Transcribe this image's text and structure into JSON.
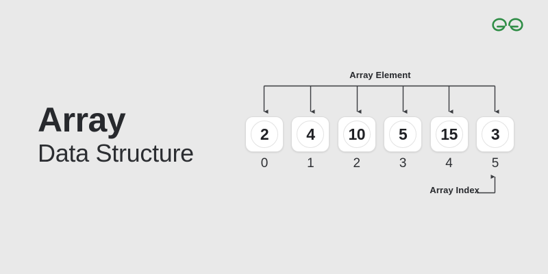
{
  "background_color": "#e9e9e9",
  "brand": {
    "logo_name": "geeksforgeeks-logo",
    "logo_color": "#2f8d46"
  },
  "title": {
    "main": "Array",
    "sub": "Data Structure"
  },
  "diagram": {
    "type": "array-data-structure",
    "element_caption": "Array Element",
    "index_caption": "Array Index",
    "cells": [
      {
        "index": "0",
        "value": "2"
      },
      {
        "index": "1",
        "value": "4"
      },
      {
        "index": "2",
        "value": "10"
      },
      {
        "index": "3",
        "value": "5"
      },
      {
        "index": "4",
        "value": "15"
      },
      {
        "index": "5",
        "value": "3"
      }
    ],
    "line_color": "#3a3c40",
    "cell_fill": "#ffffff",
    "cell_border": "#dcdcdc",
    "text_color": "#1f2024"
  }
}
